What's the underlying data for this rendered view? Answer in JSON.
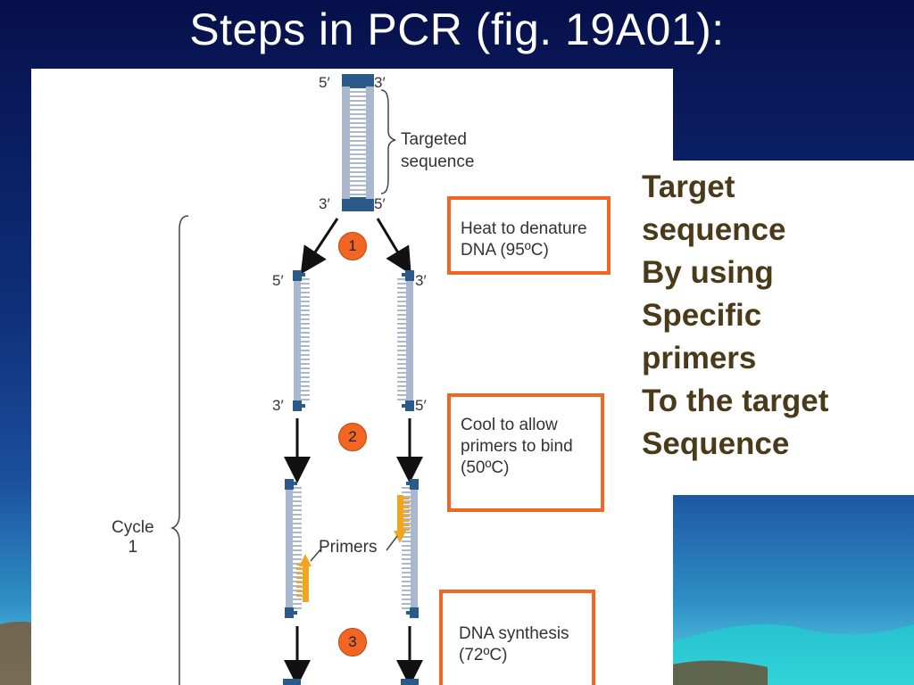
{
  "slide": {
    "title": "Steps in PCR (fig. 19A01):",
    "colors": {
      "bg_top": "#06104a",
      "bg_mid": "#1b4f9c",
      "bg_bottom": "#5fd8e8",
      "title": "#ffffff",
      "accent_orange": "#f26522",
      "strand": "#a9b8cf",
      "strand_end": "#2b5a8a",
      "primer": "#f2a51f",
      "side_text": "#4a3a1a"
    }
  },
  "diagram": {
    "labels": {
      "five_prime": "5′",
      "three_prime": "3′",
      "targeted_sequence": "Targeted\nsequence",
      "cycle": "Cycle\n1",
      "primers": "Primers"
    },
    "steps": [
      {
        "number": "1",
        "text": "Heat to denature\nDNA (95ºC)"
      },
      {
        "number": "2",
        "text": "Cool to allow\nprimers to bind\n(50ºC)"
      },
      {
        "number": "3",
        "text": "DNA synthesis\n(72ºC)"
      }
    ]
  },
  "side_note": {
    "lines": [
      "Target",
      "sequence",
      "By using",
      "Specific",
      "primers",
      "To the target",
      "Sequence"
    ]
  }
}
